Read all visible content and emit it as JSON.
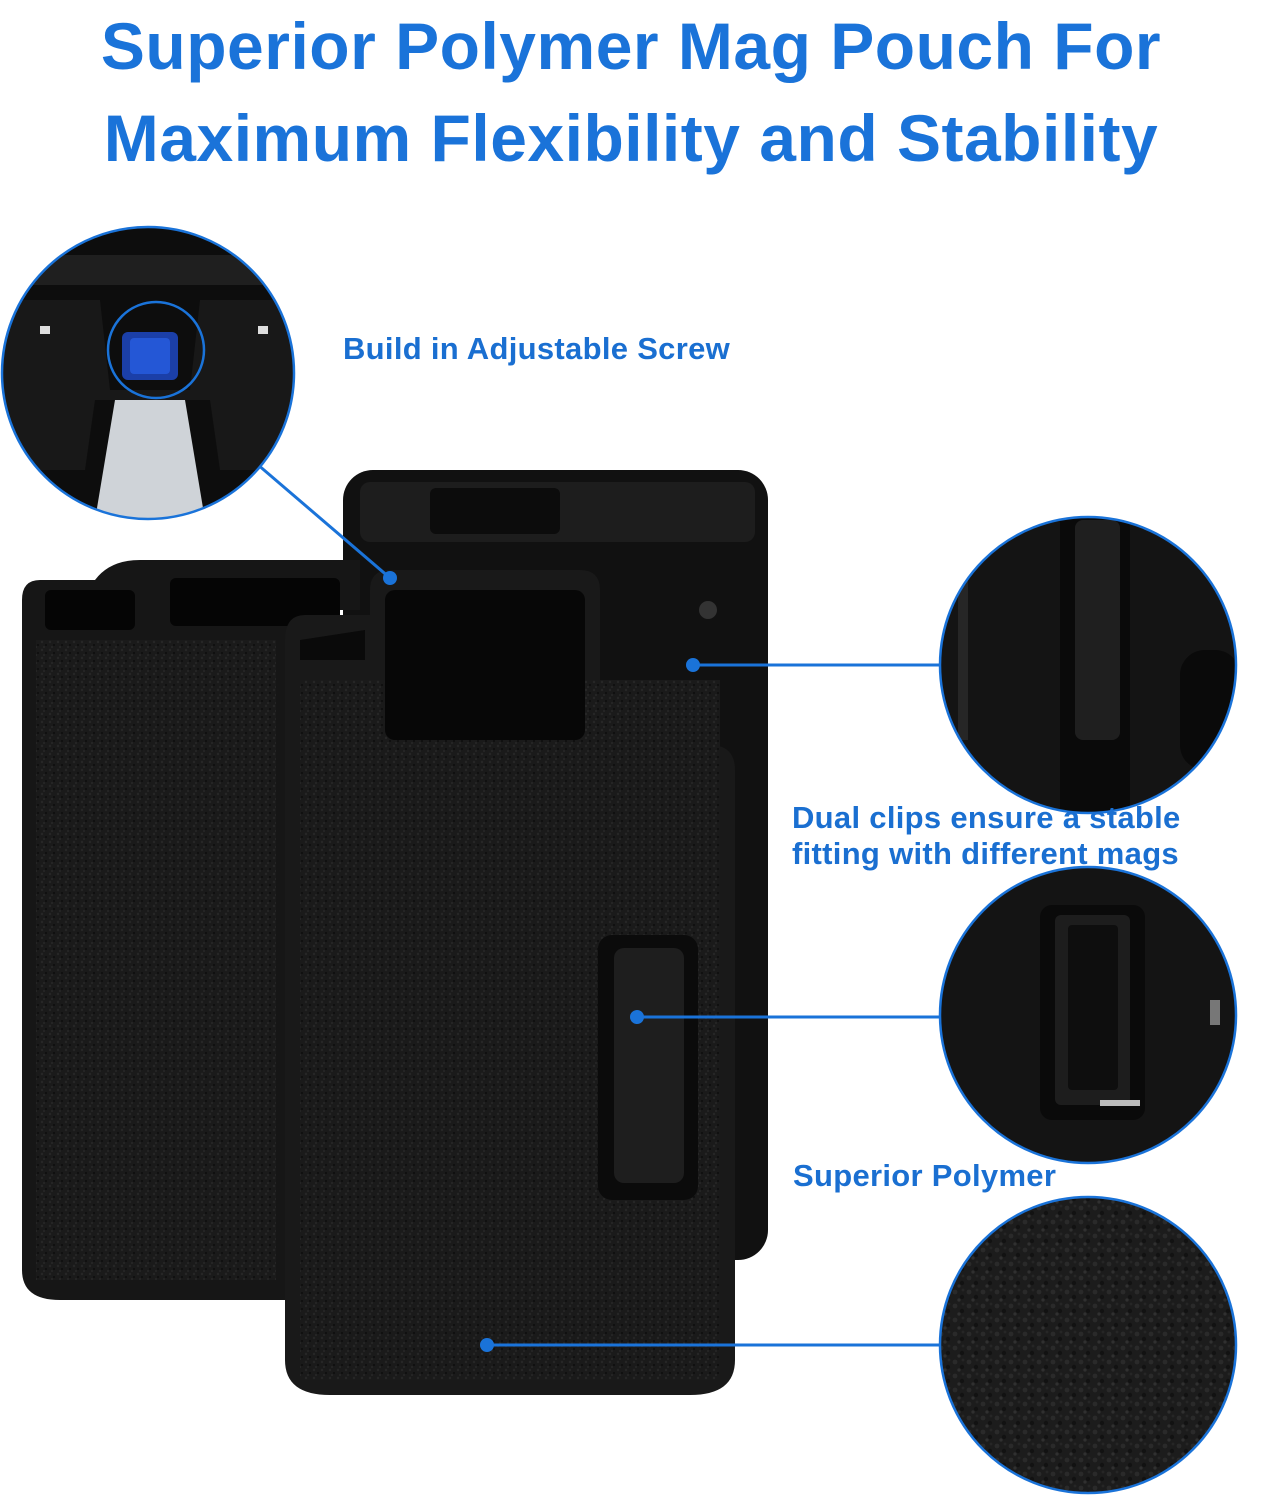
{
  "headline": {
    "line1": "Superior Polymer Mag Pouch For",
    "line2": "Maximum Flexibility and Stability"
  },
  "callouts": {
    "screw": "Build in Adjustable Screw",
    "clips_line1": "Dual clips ensure a stable",
    "clips_line2": "fitting with different mags",
    "polymer": "Superior Polymer"
  },
  "colors": {
    "accent": "#1a73d9",
    "product": "#141414"
  }
}
